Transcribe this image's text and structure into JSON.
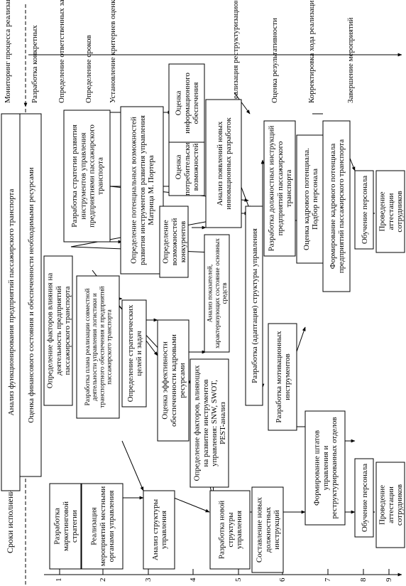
{
  "axis": {
    "title": "Сроки исполнения (месяц)",
    "ticks": [
      "1",
      "2",
      "3",
      "4",
      "5",
      "6",
      "7",
      "8",
      "9"
    ]
  },
  "top_labels": [
    "Мониторинг процесса реализации",
    "Разработка конкретных",
    "Определение ответственных за реализацию каждого",
    "Определение сроков",
    "Установление критериев оценки результативности",
    "Реализация реструктуризационных мероприятий",
    "Оценка результативности",
    "Корректировка хода реализации",
    "Завершение мероприятий"
  ],
  "boxes": {
    "analysis": "Анализ функционирования предприятий пассажирского транспорта",
    "finance": "Оценка финансового состояния и обеспеченности необходимыми ресурсами",
    "factors_influence": "Определение факторов влияния на деятельность предприятий пассажирского транспорта",
    "strategy": "Разработка стратегии развития инструментов управления предприятиями пассажирского транспорта",
    "plan": "Разработка плана реализации совместной деятельности управления логистики и транспортного обеспечения и предприятий пассажирского транспорта",
    "goals": "Определение стратегических целей и задач",
    "hr_eval": "Оценка эффективности обеспеченности кадровыми ресурсами",
    "potential": "Определение потенциальных возможностей развития инструментов развития управления Матрица М. Портера",
    "competitors": "Определение возможностей конкурентов",
    "consumer": "Оценка потребительских возможностей",
    "info": "Оценка информационного обеспечения",
    "innovations": "Анализ появлений новых инновационных разработок",
    "assets": "Анализ показателей, характеризующих состояние основных средств",
    "factors_tools": "Определение факторов, влияющих на развитие инструментов управления: SNW, SWOT, PEST-анализ",
    "marketing": "Разработка маркетинговой стратегии",
    "measures": "Реализация мероприятий местными органами управления",
    "structure_analysis": "Анализ структуры управления",
    "new_structure": "Разработка новой структуры управления",
    "adaptation": "Разработка (адаптация) структуры управления",
    "instructions": "Разработка должностных инструкций предприятий пассажирского транспорта",
    "motivation": "Разработка мотивационных инструментов",
    "new_instructions": "Составление новых должностных инструкций",
    "staff_eval": "Оценка кадрового потенциала. Подбор персонала",
    "hr_form": "Формирование кадрового потенциала предприятий пассажирского транспорта",
    "staffing": "Формирование штатов управления и реструктурированных отделов",
    "training_top": "Обучение персонала",
    "attestation_top": "Проведение аттестации сотрудников",
    "training_bottom": "Обучение персонала",
    "attestation_bottom": "Проведение аттестации сотрудников"
  }
}
